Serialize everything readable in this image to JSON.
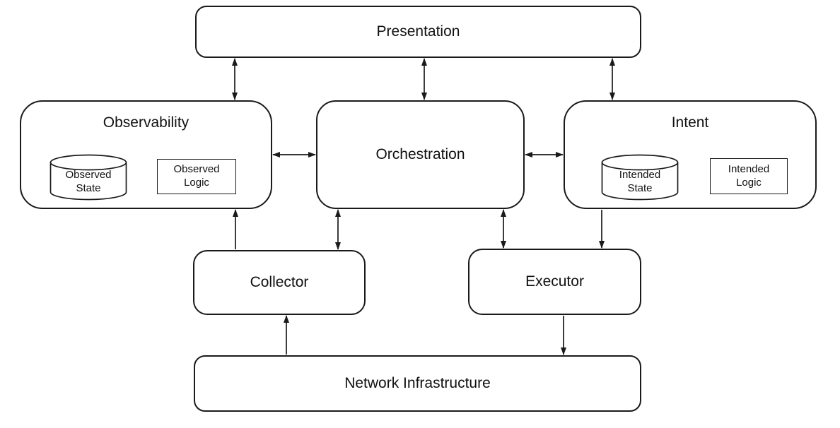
{
  "diagram": {
    "background": "#ffffff",
    "stroke_color": "#1a1a1a",
    "nodes": {
      "presentation": {
        "label": "Presentation"
      },
      "observability": {
        "label": "Observability",
        "children": {
          "observed_state": {
            "label": "Observed\nState",
            "shape": "cylinder"
          },
          "observed_logic": {
            "label": "Observed\nLogic",
            "shape": "rectangle"
          }
        }
      },
      "orchestration": {
        "label": "Orchestration"
      },
      "intent": {
        "label": "Intent",
        "children": {
          "intended_state": {
            "label": "Intended\nState",
            "shape": "cylinder"
          },
          "intended_logic": {
            "label": "Intended\nLogic",
            "shape": "rectangle"
          }
        }
      },
      "collector": {
        "label": "Collector"
      },
      "executor": {
        "label": "Executor"
      },
      "network_infrastructure": {
        "label": "Network Infrastructure"
      }
    },
    "edges": [
      {
        "from": "presentation",
        "to": "observability",
        "direction": "bidirectional"
      },
      {
        "from": "presentation",
        "to": "orchestration",
        "direction": "bidirectional"
      },
      {
        "from": "presentation",
        "to": "intent",
        "direction": "bidirectional"
      },
      {
        "from": "observability",
        "to": "orchestration",
        "direction": "bidirectional"
      },
      {
        "from": "orchestration",
        "to": "intent",
        "direction": "bidirectional"
      },
      {
        "from": "collector",
        "to": "observability",
        "direction": "unidirectional"
      },
      {
        "from": "orchestration",
        "to": "collector",
        "direction": "bidirectional"
      },
      {
        "from": "orchestration",
        "to": "executor",
        "direction": "bidirectional"
      },
      {
        "from": "intent",
        "to": "executor",
        "direction": "unidirectional"
      },
      {
        "from": "network_infrastructure",
        "to": "collector",
        "direction": "unidirectional"
      },
      {
        "from": "executor",
        "to": "network_infrastructure",
        "direction": "unidirectional"
      }
    ]
  }
}
